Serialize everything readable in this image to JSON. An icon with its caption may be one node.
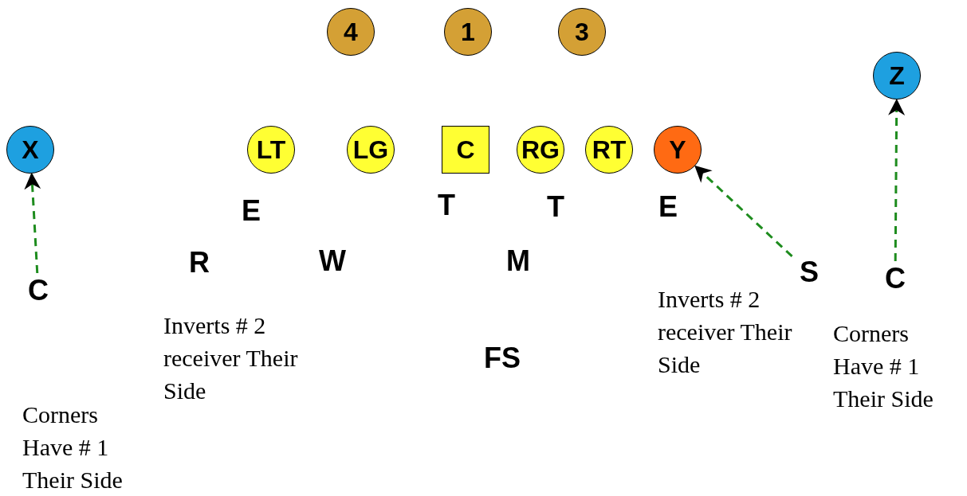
{
  "diagram": {
    "nodes": [
      {
        "text": [
          "4"
        ]
      },
      {
        "text": [
          "1"
        ]
      },
      {
        "text": [
          "3"
        ]
      },
      {
        "text": [
          "Z"
        ]
      },
      {
        "text": [
          "X"
        ]
      },
      {
        "text": [
          "LT"
        ]
      },
      {
        "text": [
          "LG"
        ]
      },
      {
        "text": [
          "C"
        ]
      },
      {
        "text": [
          "RG"
        ]
      },
      {
        "text": [
          "RT"
        ]
      },
      {
        "text": [
          "Y"
        ]
      },
      {
        "text": [
          "S"
        ]
      },
      {
        "text": [
          "C"
        ]
      },
      {
        "text": [
          "C"
        ]
      }
    ],
    "edges": [
      {
        "from": 12,
        "to": 4,
        "arrow": "to",
        "style": "dashed"
      },
      {
        "from": 11,
        "to": 10,
        "arrow": "to",
        "style": "dashed"
      },
      {
        "from": 13,
        "to": 3,
        "arrow": "to",
        "style": "dashed"
      }
    ],
    "labels": [
      "E",
      "T",
      "T",
      "E",
      "R",
      "W",
      "M",
      "Inverts # 2 receiver Their  Side",
      "Inverts # 2 receiver Their  Side",
      "Corners  Have # 1 Their Side",
      "FS",
      "Corners  Have # 1 Their Side"
    ]
  }
}
